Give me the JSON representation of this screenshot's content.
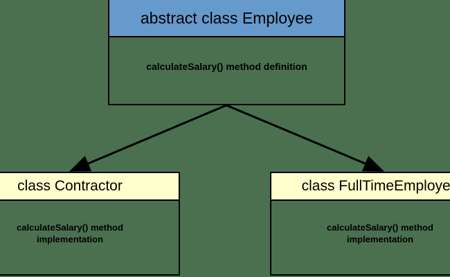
{
  "diagram": {
    "type": "uml-class-diagram",
    "relationship": "inheritance",
    "background_color": "#4a7050",
    "line_color": "#000000",
    "superclass": {
      "id": "employee",
      "header": "abstract class Employee",
      "header_color": "#6699cc",
      "body_lines": [
        "calculateSalary() method definition"
      ]
    },
    "subclasses": [
      {
        "id": "contractor",
        "header": "class Contractor",
        "header_color": "#ffffcc",
        "body_lines": [
          "calculateSalary() method",
          "implementation"
        ],
        "clipped": "left"
      },
      {
        "id": "fulltimeemployee",
        "header": "class FullTimeEmployee",
        "header_color": "#ffffcc",
        "body_lines": [
          "calculateSalary() method",
          "implementation"
        ],
        "clipped": "right"
      }
    ]
  }
}
